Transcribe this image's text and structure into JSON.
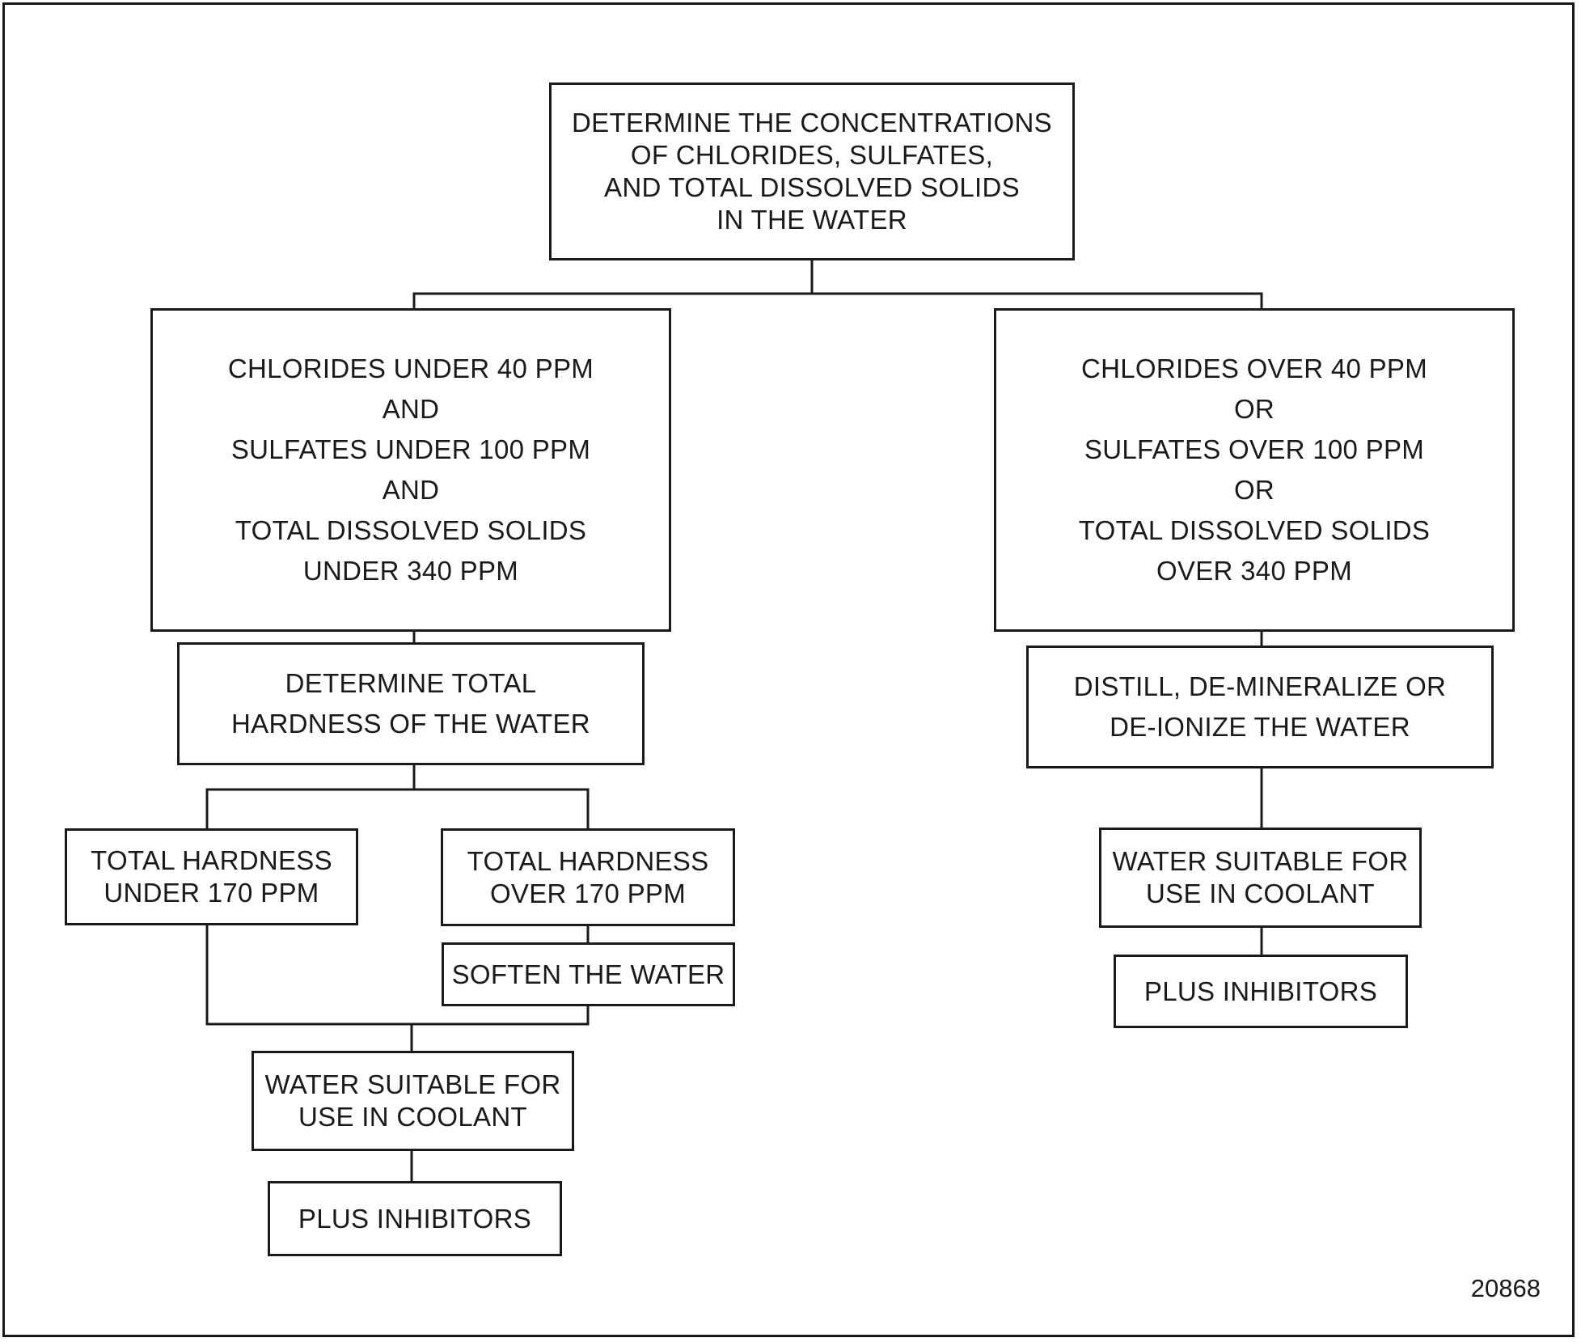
{
  "diagram": {
    "nodes": [
      {
        "id": "root",
        "lines": [
          "DETERMINE THE CONCENTRATIONS",
          "OF CHLORIDES, SULFATES,",
          "AND TOTAL DISSOLVED SOLIDS",
          "IN THE WATER"
        ]
      },
      {
        "id": "under-limits",
        "lines": [
          "CHLORIDES UNDER 40 PPM",
          "AND",
          "SULFATES UNDER 100 PPM",
          "AND",
          "TOTAL DISSOLVED SOLIDS",
          "UNDER 340 PPM"
        ]
      },
      {
        "id": "over-limits",
        "lines": [
          "CHLORIDES OVER 40 PPM",
          "OR",
          "SULFATES OVER 100 PPM",
          "OR",
          "TOTAL DISSOLVED SOLIDS",
          "OVER 340 PPM"
        ]
      },
      {
        "id": "determine-hardness",
        "lines": [
          "DETERMINE TOTAL",
          "HARDNESS OF THE WATER"
        ]
      },
      {
        "id": "distill",
        "lines": [
          "DISTILL, DE-MINERALIZE OR",
          "DE-IONIZE THE WATER"
        ]
      },
      {
        "id": "hardness-under",
        "lines": [
          "TOTAL HARDNESS",
          "UNDER 170 PPM"
        ]
      },
      {
        "id": "hardness-over",
        "lines": [
          "TOTAL HARDNESS",
          "OVER 170 PPM"
        ]
      },
      {
        "id": "soften",
        "lines": [
          "SOFTEN THE WATER"
        ]
      },
      {
        "id": "suitable-left",
        "lines": [
          "WATER SUITABLE FOR",
          "USE IN COOLANT"
        ]
      },
      {
        "id": "inhibitors-left",
        "lines": [
          "PLUS INHIBITORS"
        ]
      },
      {
        "id": "suitable-right",
        "lines": [
          "WATER SUITABLE FOR",
          "USE IN COOLANT"
        ]
      },
      {
        "id": "inhibitors-right",
        "lines": [
          "PLUS INHIBITORS"
        ]
      }
    ],
    "figure_number": "20868",
    "line_color": "#1a1a1a"
  }
}
